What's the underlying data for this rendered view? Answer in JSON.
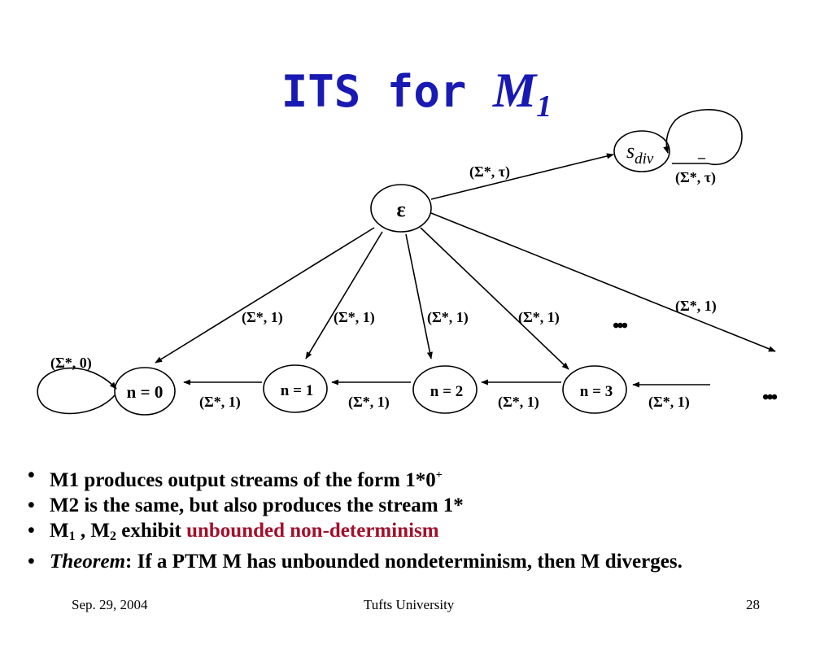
{
  "slide": {
    "title_prefix": "ITS for ",
    "title_machine": "M",
    "title_machine_sub": "1"
  },
  "diagram": {
    "nodes": {
      "s_div_main": "s",
      "s_div_sub": "div",
      "epsilon": "ε",
      "n0": "n = 0",
      "n1": "n = 1",
      "n2": "n = 2",
      "n3": "n = 3"
    },
    "edge_labels": {
      "eps_to_sdiv": "(Σ*, τ)",
      "sdiv_loop": "(Σ*, τ)",
      "eps_to_n0": "(Σ*, 1)",
      "eps_to_n1": "(Σ*, 1)",
      "eps_to_n2": "(Σ*, 1)",
      "eps_to_n3": "(Σ*, 1)",
      "eps_to_more": "(Σ*, 1)",
      "n0_loop": "(Σ*, 0)",
      "n1_to_n0": "(Σ*, 1)",
      "n2_to_n1": "(Σ*, 1)",
      "n3_to_n2": "(Σ*, 1)",
      "more_to_n3": "(Σ*, 1)"
    },
    "ellipsis_top": "•••",
    "ellipsis_right": "•••",
    "sdiv_loop_mark": "–"
  },
  "bullets": [
    {
      "text": "M1 produces output streams of the form 1*0",
      "sup": "+"
    },
    {
      "text": "M2 is the same, but also produces the stream 1*"
    },
    {
      "m1": "M",
      "m1_sub": "1",
      "sep": " , ",
      "m2": "M",
      "m2_sub": "2",
      "mid": " exhibit ",
      "highlight": "unbounded non-determinism"
    },
    {
      "italic": "Theorem",
      "rest": ": If a PTM M has unbounded nondeterminism, then M diverges."
    }
  ],
  "footer": {
    "date": "Sep. 29, 2004",
    "org": "Tufts University",
    "page": "28"
  },
  "colors": {
    "title": "#1919b3",
    "highlight": "#a3102b"
  }
}
